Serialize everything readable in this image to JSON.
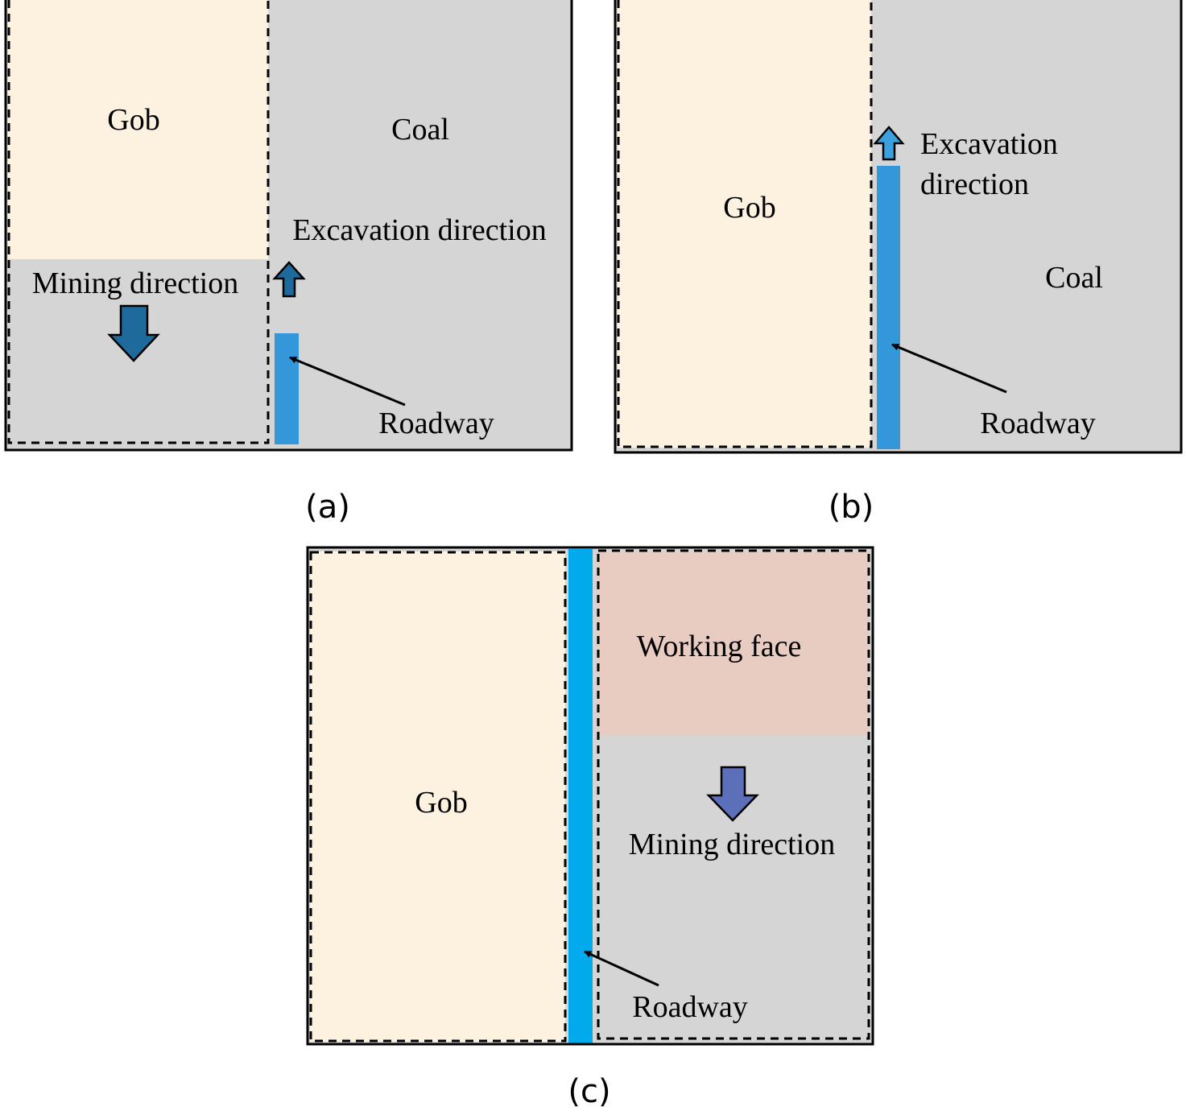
{
  "colors": {
    "gob": "#fdf1df",
    "coal": "#d5d5d5",
    "working_face": "#e8cbc1",
    "roadway_a": "#3497da",
    "roadway_b": "#3497da",
    "roadway_c": "#00aaeb",
    "arrow_dark": "#1e6a9c",
    "arrow_b": "#3aa0de",
    "arrow_c": "#5b70b8"
  },
  "panel_a": {
    "caption": "(a)",
    "gob": "Gob",
    "coal": "Coal",
    "excavation": "Excavation direction",
    "mining": "Mining direction",
    "roadway": "Roadway"
  },
  "panel_b": {
    "caption": "(b)",
    "gob": "Gob",
    "coal": "Coal",
    "excavation_line1": "Excavation",
    "excavation_line2": "direction",
    "roadway": "Roadway"
  },
  "panel_c": {
    "caption": "(c)",
    "gob": "Gob",
    "working_face": "Working face",
    "mining": "Mining direction",
    "roadway": "Roadway"
  }
}
